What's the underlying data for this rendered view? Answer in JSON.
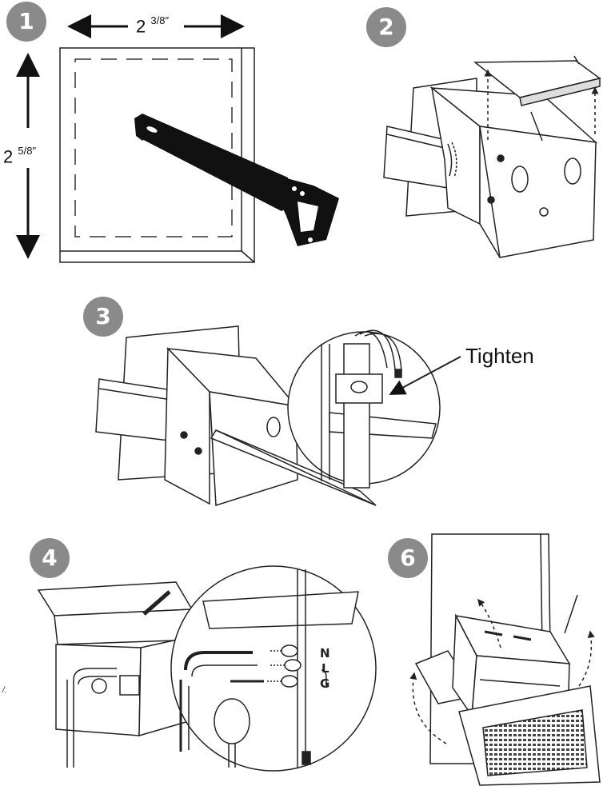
{
  "steps": [
    {
      "number": "1"
    },
    {
      "number": "2"
    },
    {
      "number": "3"
    },
    {
      "number": "4"
    },
    {
      "number": "6"
    }
  ],
  "step1": {
    "width_whole": "2",
    "width_fraction": "3/8″",
    "height_whole": "2",
    "height_fraction": "5/8″"
  },
  "step3": {
    "callout": "Tighten"
  },
  "step4": {
    "terminals": [
      "N",
      "L",
      "G"
    ],
    "stray_text": "/."
  },
  "icons": [
    "saw-icon",
    "junction-box-icon",
    "screwdriver-icon",
    "wire-nut-icon",
    "light-fixture-icon"
  ]
}
